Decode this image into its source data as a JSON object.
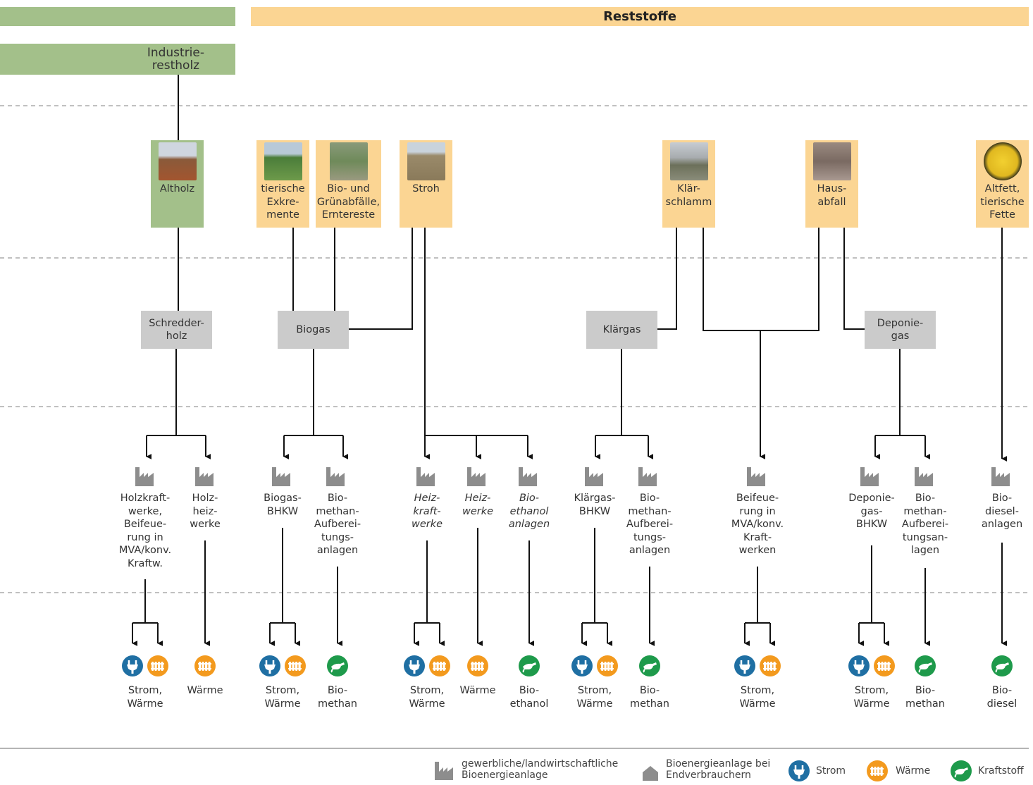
{
  "header": {
    "title": "Reststoffe",
    "industry_label": "Industrie-\nrestholz"
  },
  "sources": [
    {
      "id": "altholz",
      "label": "Altholz",
      "color": "#a3c08a"
    },
    {
      "id": "exkremente",
      "label": "tierische\nExkre-\nmente",
      "color": "#fbd593"
    },
    {
      "id": "gruen",
      "label": "Bio- und\nGrünabfälle,\nErnterestе",
      "color": "#fbd593"
    },
    {
      "id": "stroh",
      "label": "Stroh",
      "color": "#fbd593"
    },
    {
      "id": "klaerschlamm",
      "label": "Klär-\nschlamm",
      "color": "#fbd593"
    },
    {
      "id": "hausabfall",
      "label": "Haus-\nabfall",
      "color": "#fbd593"
    },
    {
      "id": "altfett",
      "label": "Altfett,\ntierische\nFette",
      "color": "#fbd593"
    }
  ],
  "intermediates": [
    {
      "id": "schredder",
      "label": "Schredder-\nholz"
    },
    {
      "id": "biogas",
      "label": "Biogas"
    },
    {
      "id": "klaergas",
      "label": "Klärgas"
    },
    {
      "id": "deponiegas",
      "label": "Deponie-\ngas"
    }
  ],
  "plants": [
    {
      "label": "Holzkraft-\nwerke,\nBeifeue-\nrung in\nMVA/konv.\nKraftw.",
      "italic": false
    },
    {
      "label": "Holz-\nheiz-\nwerke",
      "italic": false
    },
    {
      "label": "Biogas-\nBHKW",
      "italic": false
    },
    {
      "label": "Bio-\nmethan-\nAufberei-\ntungs-\nanlagen",
      "italic": false
    },
    {
      "label": "Heiz-\nkraft-\nwerke",
      "italic": true
    },
    {
      "label": "Heiz-\nwerke",
      "italic": true
    },
    {
      "label": "Bio-\nethanol\nanlagen",
      "italic": true
    },
    {
      "label": "Klärgas-\nBHKW",
      "italic": false
    },
    {
      "label": "Bio-\nmethan-\nAufberei-\ntungs-\nanlagen",
      "italic": false
    },
    {
      "label": "Beifeue-\nrung in\nMVA/konv.\nKraft-\nwerken",
      "italic": false
    },
    {
      "label": "Deponie-\ngas-\nBHKW",
      "italic": false
    },
    {
      "label": "Bio-\nmethan-\nAufberei-\ntungsan-\nlagen",
      "italic": false
    },
    {
      "label": "Bio-\ndiesel-\nanlagen",
      "italic": false
    }
  ],
  "outputs": [
    {
      "label": "Strom,\nWärme",
      "icons": [
        "strom-icon",
        "waerme-icon"
      ]
    },
    {
      "label": "Wärme",
      "icons": [
        "waerme-icon"
      ]
    },
    {
      "label": "Strom,\nWärme",
      "icons": [
        "strom-icon",
        "waerme-icon"
      ]
    },
    {
      "label": "Bio-\nmethan",
      "icons": [
        "kraftstoff-icon"
      ]
    },
    {
      "label": "Strom,\nWärme",
      "icons": [
        "strom-icon",
        "waerme-icon"
      ]
    },
    {
      "label": "Wärme",
      "icons": [
        "waerme-icon"
      ]
    },
    {
      "label": "Bio-\nethanol",
      "icons": [
        "kraftstoff-icon"
      ]
    },
    {
      "label": "Strom,\nWärme",
      "icons": [
        "strom-icon",
        "waerme-icon"
      ]
    },
    {
      "label": "Bio-\nmethan",
      "icons": [
        "kraftstoff-icon"
      ]
    },
    {
      "label": "Strom,\nWärme",
      "icons": [
        "strom-icon",
        "waerme-icon"
      ]
    },
    {
      "label": "Strom,\nWärme",
      "icons": [
        "strom-icon",
        "waerme-icon"
      ]
    },
    {
      "label": "Bio-\nmethan",
      "icons": [
        "kraftstoff-icon"
      ]
    },
    {
      "label": "Bio-\ndiesel",
      "icons": [
        "kraftstoff-icon"
      ]
    }
  ],
  "legend": {
    "commercial": "gewerbliche/landwirtschaftliche\nBioenergieanlage",
    "enduser": "Bioenergieanlage bei\nEndverbrauchern",
    "strom": "Strom",
    "waerme": "Wärme",
    "kraftstoff": "Kraftstoff"
  },
  "colors": {
    "green": "#a3c08a",
    "orange": "#fbd593",
    "grey_box": "#cbcbcb",
    "strom": "#1f6fa3",
    "waerme": "#f39a1e",
    "kraftstoff": "#1e9a4b"
  }
}
